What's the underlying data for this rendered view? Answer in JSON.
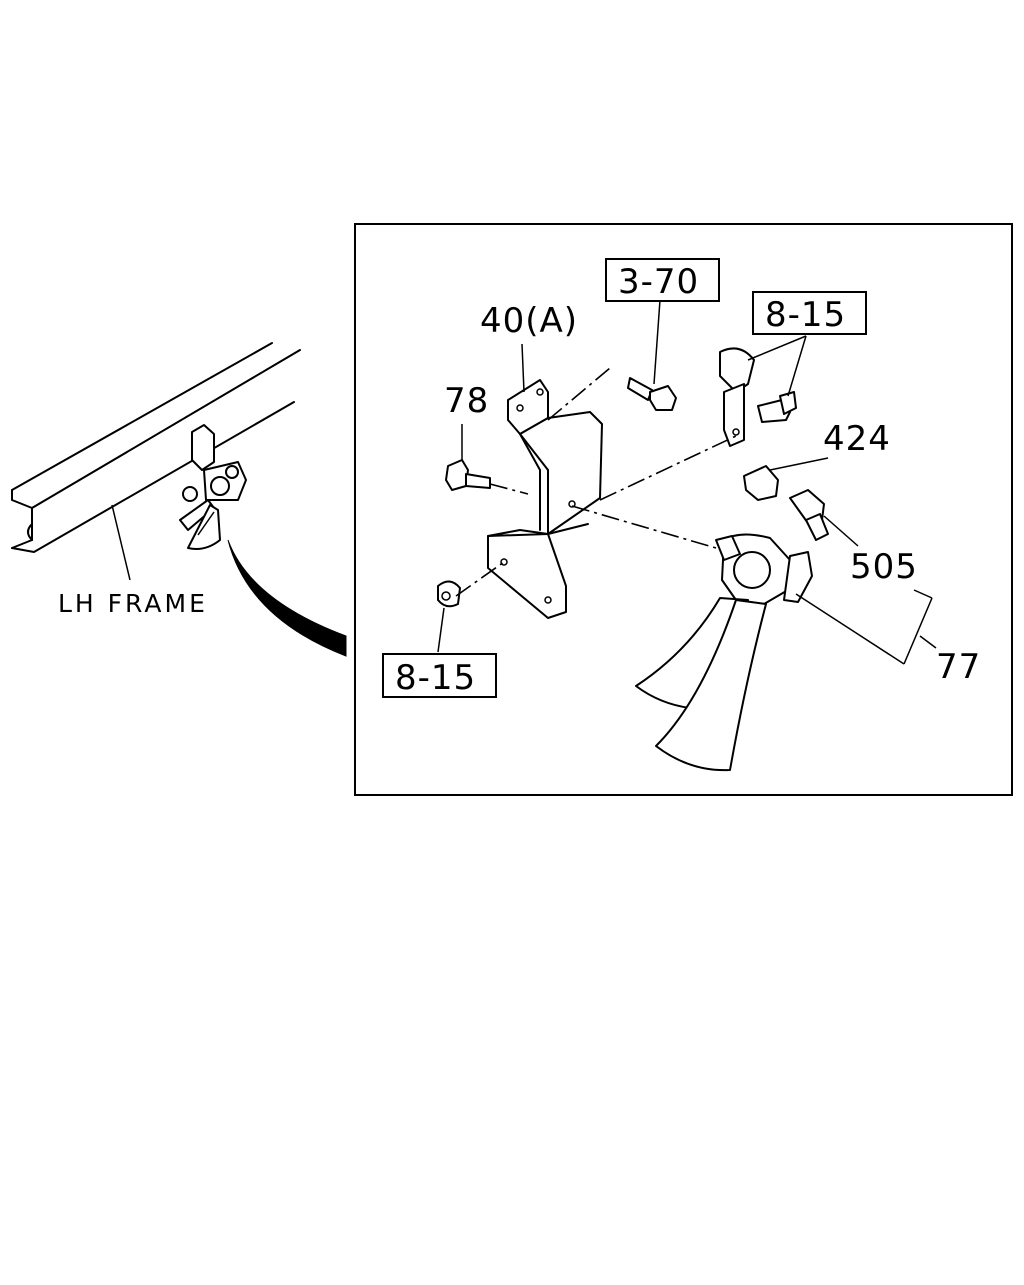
{
  "callouts": {
    "ref_3_70": "3-70",
    "ref_8_15_top": "8-15",
    "part_40a": "40(A)",
    "part_78": "78",
    "part_424": "424",
    "part_505": "505",
    "part_77": "77",
    "ref_8_15_bottom": "8-15"
  },
  "frame_label": "LH FRAME"
}
